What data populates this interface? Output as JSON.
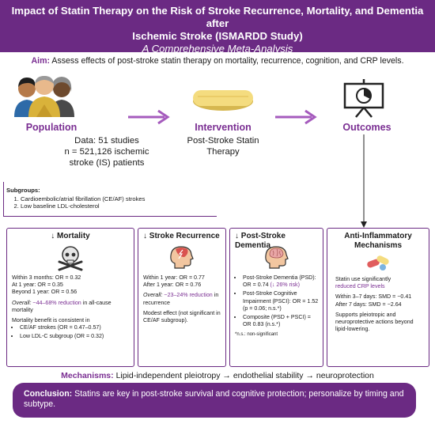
{
  "header": {
    "title_line1": "Impact of Statin Therapy on the Risk of Stroke Recurrence, Mortality, and Dementia after",
    "title_line2": "Ischemic Stroke (ISMARDD Study)",
    "subtitle": "A Comprehensive Meta-Analysis"
  },
  "aim": {
    "label": "Aim:",
    "text": " Assess effects of post-stroke statin therapy on mortality, recurrence, cognition, and CRP levels."
  },
  "population": {
    "title": "Population",
    "line1": "Data: 51 studies",
    "line2": "n = 521,126 ischemic",
    "line3": "stroke (IS) patients",
    "icon": "people-group-icon"
  },
  "intervention": {
    "title": "Intervention",
    "line1": "Post-Stroke Statin",
    "line2": "Therapy",
    "icon": "pill-icon"
  },
  "outcomes": {
    "title": "Outcomes",
    "icon": "presentation-chart-icon"
  },
  "subgroups": {
    "title": "Subgroups:",
    "items": [
      "Cardioembolic/atrial fibrillation (CE/AF) strokes",
      "Low baseline LDL-cholesterol"
    ]
  },
  "cards": {
    "mortality": {
      "title": "↓ Mortality",
      "icon": "skull-crossbones-icon",
      "lines": [
        "Within 3 months: OR = 0.32",
        "At 1 year: OR = 0.35",
        "Beyond 1 year: OR = 0.56"
      ],
      "overall_label": "Overall:",
      "overall_highlight": " ~44–68% reduction",
      "overall_rest": " in all-cause mortality",
      "benefit_intro": "Mortality benefit is consistent in",
      "benefit_items": [
        "CE/AF strokes (OR = 0.47–0.57)",
        "Low LDL-C subgroup (OR = 0.32)"
      ]
    },
    "recurrence": {
      "title": "↓ Stroke Recurrence",
      "icon": "head-lightning-icon",
      "lines": [
        "Within 1 year: OR = 0.77",
        "After 1 year: OR = 0.76"
      ],
      "overall_label": "Overall:",
      "overall_highlight": " ~23–24% reduction",
      "overall_rest": " in recurrence",
      "note": "Modest effect (not significant in CE/AF subgroup)."
    },
    "dementia": {
      "title": "↓ Post-Stroke Dementia",
      "icon": "brain-head-icon",
      "item1_text": "Post-Stroke Dementia (PSD): OR = 0.74 ",
      "item1_highlight": "(↓ 26% risk)",
      "item2_text": "Post-Stroke Cognitive Impairment (PSCI): OR = 1.52 (p = 0.06; n.s.*)",
      "item3_text": "Composite (PSD + PSCI) = OR 0.83 (n.s.*)",
      "footnote": "*n.s.: non-significant"
    },
    "inflammation": {
      "title_line1": "Anti-Inflammatory",
      "title_line2": "Mechanisms",
      "icon": "pills-cluster-icon",
      "intro": "Statin use significantly",
      "intro_highlight": "reduced CRP levels",
      "lines": [
        "Within 3–7 days: SMD = −0.41",
        "After 7 days: SMD = −2.64"
      ],
      "note": "Supports pleiotropic and neuroprotective actions beyond lipid-lowering."
    }
  },
  "mechanisms": {
    "label": "Mechanisms:",
    "text": " Lipid-independent pleiotropy → endothelial stability → neuroprotection"
  },
  "conclusion": {
    "label": "Conclusion:",
    "text": " Statins are key in post-stroke survival and cognitive protection; personalize by timing and subtype."
  },
  "colors": {
    "brand_purple": "#6b2a83",
    "accent_purple": "#7a2e92",
    "pill_yellow": "#f4dc7f",
    "arrow_purple": "#a55bbd"
  }
}
